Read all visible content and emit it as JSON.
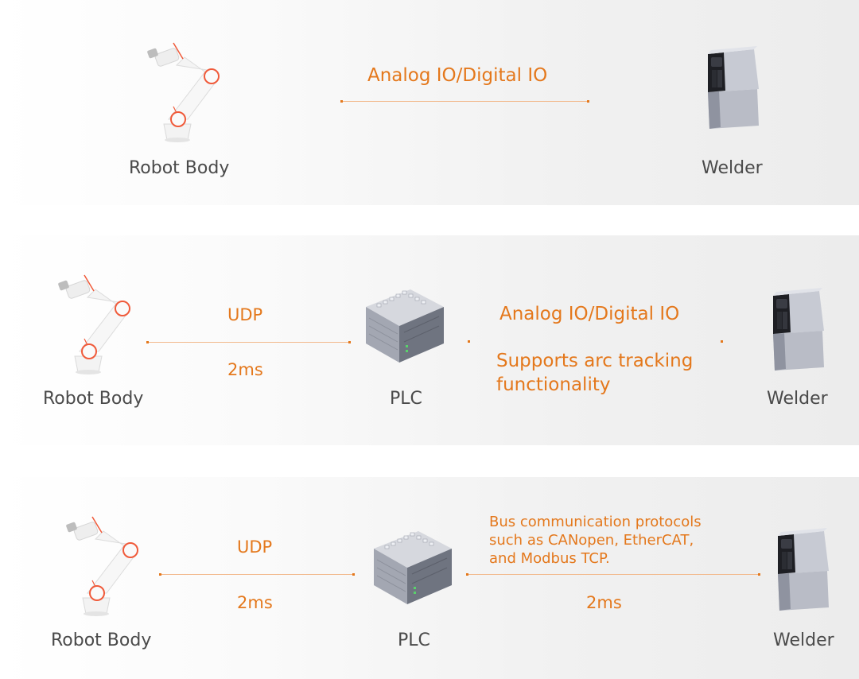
{
  "colors": {
    "accent": "#e4781c",
    "label": "#4a4a4a"
  },
  "rows": [
    {
      "robot_label": "Robot Body",
      "welder_label": "Welder",
      "link_label": "Analog IO/Digital IO"
    },
    {
      "robot_label": "Robot Body",
      "plc_label": "PLC",
      "welder_label": "Welder",
      "left_top": "UDP",
      "left_bottom": "2ms",
      "right_top": "Analog IO/Digital IO",
      "right_bottom_line1": "Supports arc tracking",
      "right_bottom_line2": "functionality"
    },
    {
      "robot_label": "Robot Body",
      "plc_label": "PLC",
      "welder_label": "Welder",
      "left_top": "UDP",
      "left_bottom": "2ms",
      "right_top_line1": "Bus communication protocols",
      "right_top_line2": "such as CANopen, EtherCAT,",
      "right_top_line3": "and Modbus TCP.",
      "right_bottom": "2ms"
    }
  ]
}
